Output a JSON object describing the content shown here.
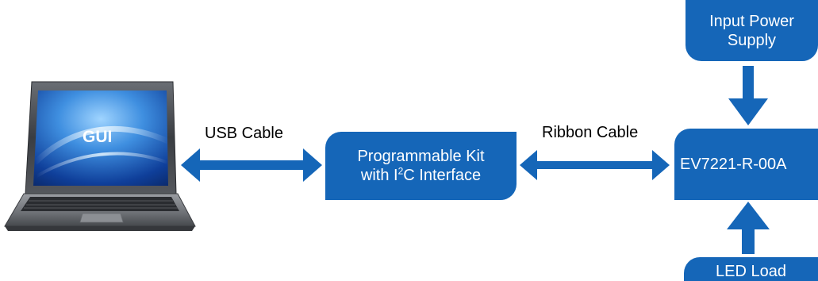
{
  "laptop": {
    "screen_text": "GUI"
  },
  "connections": {
    "usb_label": "USB Cable",
    "ribbon_label": "Ribbon Cable"
  },
  "blocks": {
    "programmable_kit": {
      "line1": "Programmable Kit",
      "line2_prefix": "with I",
      "line2_sup": "2",
      "line2_suffix": "C Interface"
    },
    "input_power": {
      "line1": "Input Power",
      "line2": "Supply"
    },
    "evaluation_board": {
      "label": "EV7221-R-00A"
    },
    "led_load": {
      "label": "LED Load"
    }
  },
  "colors": {
    "block_fill": "#1566b8",
    "arrow_fill": "#1566b8",
    "block_text": "#ffffff",
    "label_text": "#000000"
  }
}
